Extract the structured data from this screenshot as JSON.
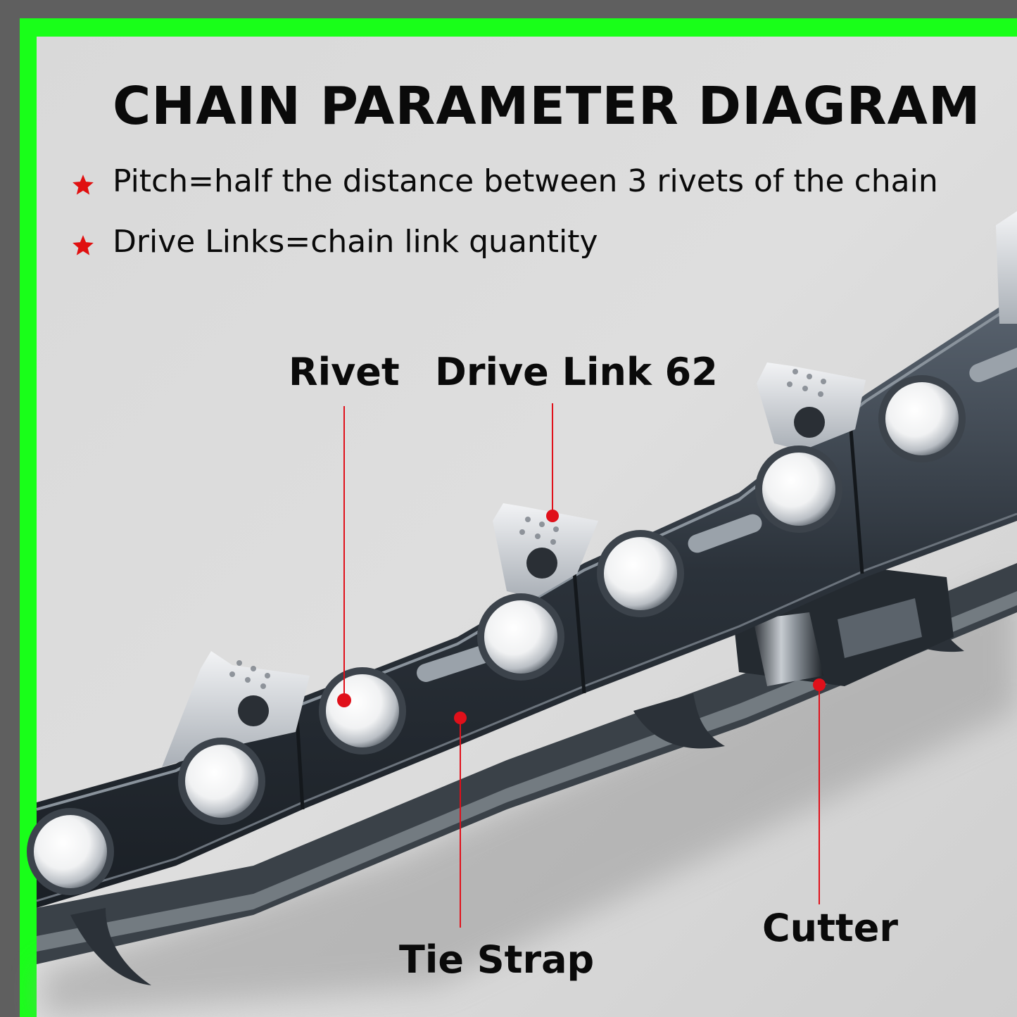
{
  "title": "CHAIN PARAMETER DIAGRAM",
  "bullets": [
    "Pitch=half the distance between 3 rivets of the chain",
    "Drive Links=chain link quantity"
  ],
  "labels": {
    "rivet": "Rivet",
    "drive_link": "Drive Link 62",
    "tie_strap": "Tie Strap",
    "cutter": "Cutter"
  },
  "colors": {
    "border": "#19ff19",
    "background": "#d7d7d7",
    "marker": "#e0101a",
    "star": "#e01010",
    "steel_dark": "#2d343c",
    "steel_light": "#c9ced3"
  }
}
